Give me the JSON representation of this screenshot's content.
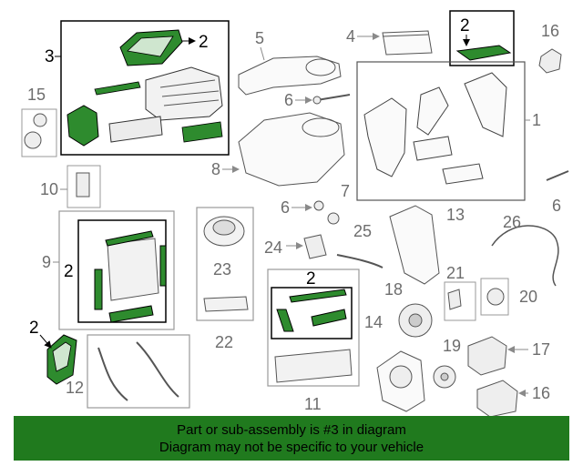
{
  "callouts": {
    "c1": "1",
    "c2": "2",
    "c3": "3",
    "c4": "4",
    "c5": "5",
    "c6": "6",
    "c7": "7",
    "c8": "8",
    "c9": "9",
    "c10": "10",
    "c11": "11",
    "c12": "12",
    "c13": "13",
    "c14": "14",
    "c15": "15",
    "c16": "16",
    "c17": "17",
    "c18": "18",
    "c19": "19",
    "c20": "20",
    "c21": "21",
    "c22": "22",
    "c23": "23",
    "c24": "24",
    "c25": "25",
    "c26": "26"
  },
  "banner": {
    "line1": "Part or sub-assembly is #3 in diagram",
    "line2": "Diagram may not be specific to your vehicle"
  },
  "colors": {
    "highlight": "#2e8b2e",
    "banner": "#207a1e",
    "line": "#9a9a9a"
  }
}
